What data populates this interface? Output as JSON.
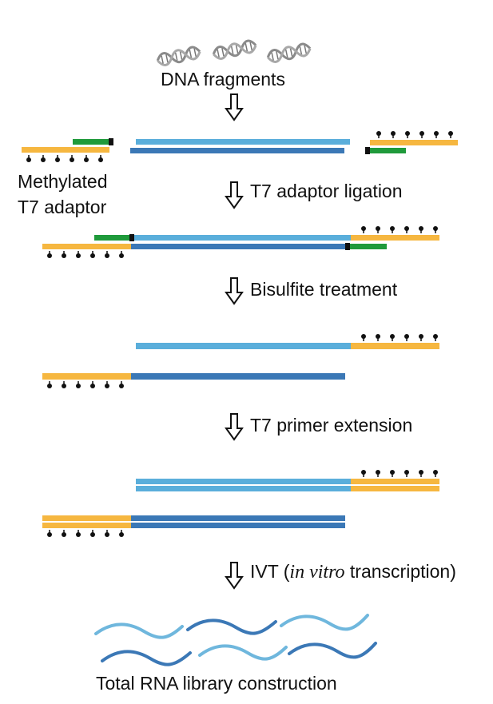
{
  "labels": {
    "dna_fragments": "DNA fragments",
    "adaptor_line1": "Methylated",
    "adaptor_line2": "T7 adaptor",
    "step_ligation": "T7 adaptor ligation",
    "step_bisulfite": "Bisulfite treatment",
    "step_extension": "T7 primer extension",
    "step_ivt_prefix": "IVT (",
    "step_ivt_italic": "in vitro",
    "step_ivt_suffix": " transcription)",
    "final": "Total RNA library construction"
  },
  "colors": {
    "dna_light": "#5aaedb",
    "dna_dark": "#3b78b6",
    "adaptor": "#f6b740",
    "primer": "#1f9a3b",
    "cap": "#111111",
    "methyl": "#111111",
    "helix": "#8a8a8a"
  }
}
